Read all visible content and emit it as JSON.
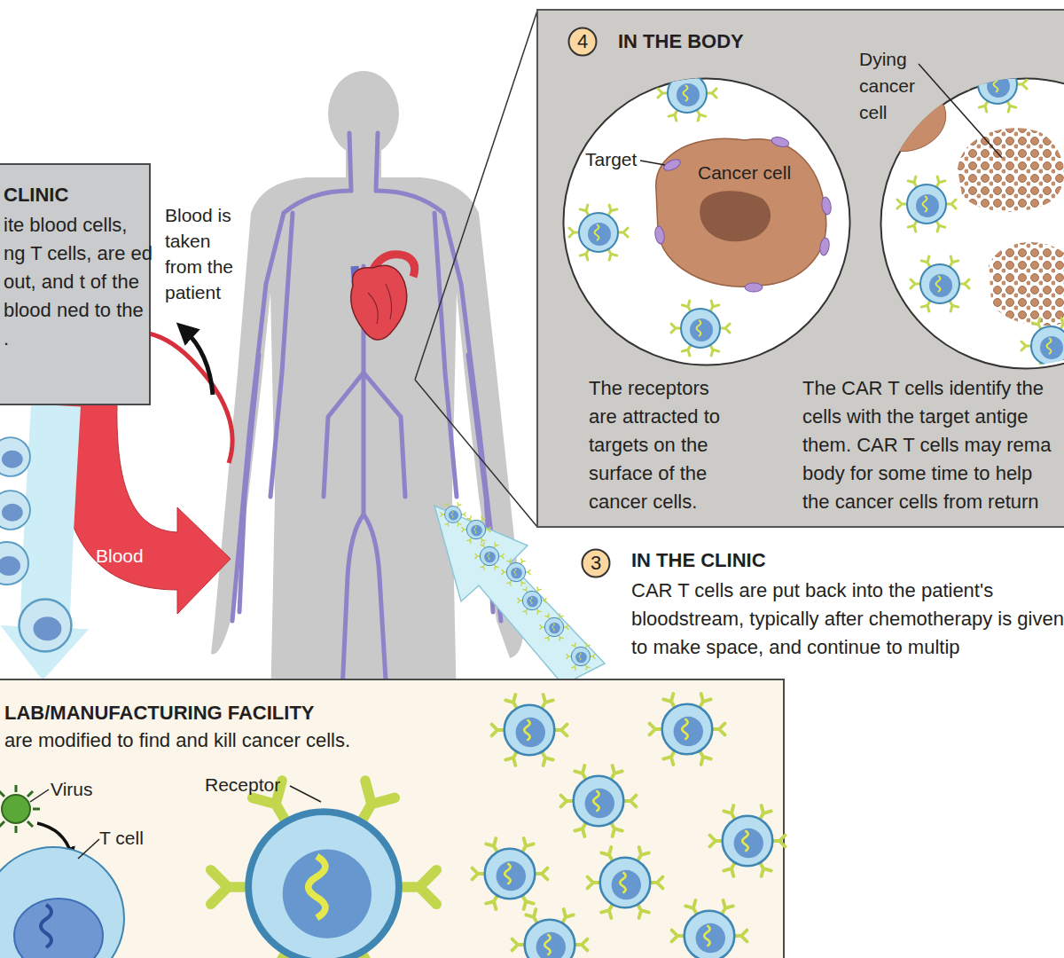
{
  "diagram": {
    "nodes": [
      {
        "text": [
          "CLINIC",
          "ite blood cells, ng T cells, are ed out, and t of the blood ned to the ."
        ]
      },
      {
        "text": [
          "IN THE BODY",
          "The receptors are attracted to targets on the surface of the cancer cells.",
          "The CAR T cells identify the cells with the target antige them. CAR T cells may rema body for some time to help the cancer cells from return"
        ]
      },
      {
        "text": [
          "4"
        ],
        "in": 1
      },
      {
        "text": [
          "Target",
          "Cancer cell"
        ],
        "in": 1
      },
      {
        "text": [
          "Dying cancer cell"
        ],
        "in": 1
      },
      {
        "text": [
          "3"
        ]
      },
      {
        "text": [
          "LAB/MANUFACTURING FACILITY",
          "are modified to find and kill cancer cells."
        ]
      }
    ],
    "edges": [
      {
        "from": 0,
        "to": 6,
        "arrow": "to"
      }
    ],
    "labels": [
      "Blood is taken from the patient",
      "Blood",
      "IN THE CLINIC",
      "CAR T cells are put back into the patient's bloodstream, typically after chemotherapy is given to make space, and continue to multip",
      "Virus",
      "T cell",
      "Receptor"
    ]
  }
}
